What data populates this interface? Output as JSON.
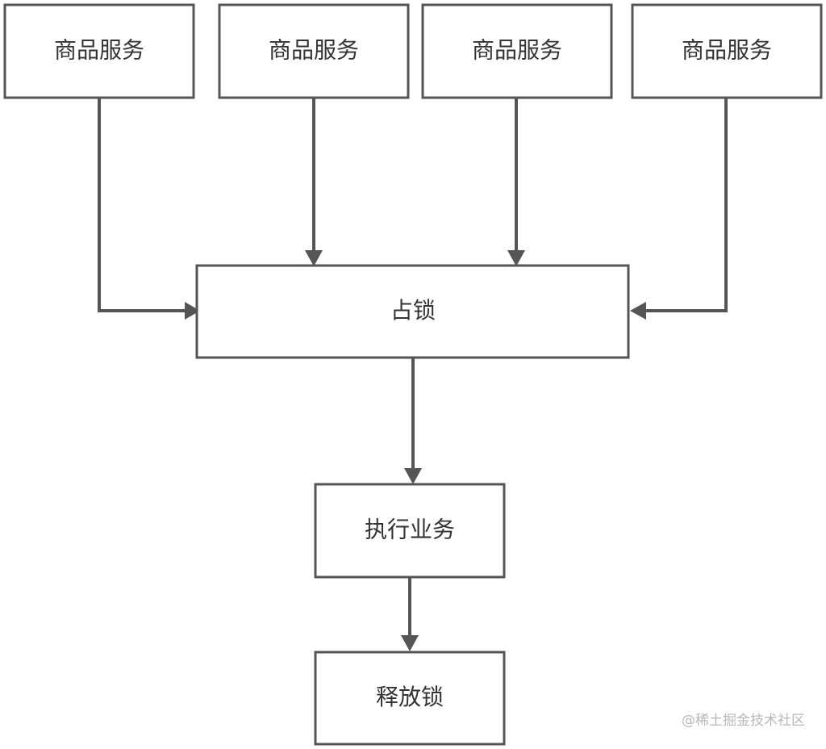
{
  "diagram": {
    "nodes": {
      "service_1": "商品服务",
      "service_2": "商品服务",
      "service_3": "商品服务",
      "service_4": "商品服务",
      "acquire_lock": "占锁",
      "execute_business": "执行业务",
      "release_lock": "释放锁"
    },
    "edges": [
      {
        "from": "service_1",
        "to": "acquire_lock"
      },
      {
        "from": "service_2",
        "to": "acquire_lock"
      },
      {
        "from": "service_3",
        "to": "acquire_lock"
      },
      {
        "from": "service_4",
        "to": "acquire_lock"
      },
      {
        "from": "acquire_lock",
        "to": "execute_business"
      },
      {
        "from": "execute_business",
        "to": "release_lock"
      }
    ],
    "colors": {
      "stroke": "#555555",
      "text": "#333333",
      "background": "#ffffff",
      "watermark": "#b8b8b8"
    }
  },
  "watermark": "@稀土掘金技术社区"
}
